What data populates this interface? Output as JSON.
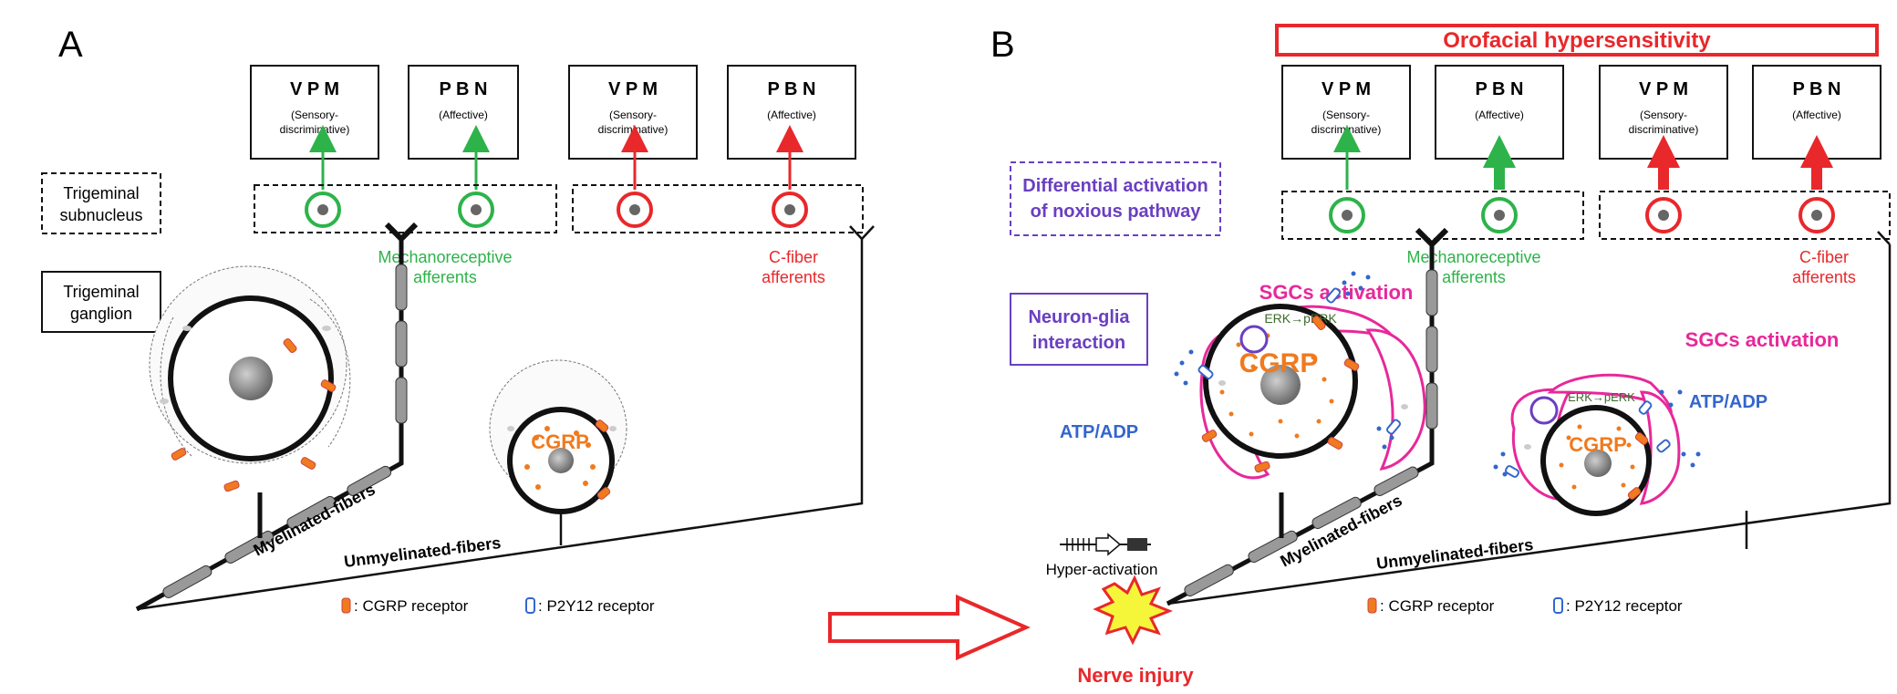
{
  "panelA": {
    "letter": "A",
    "boxes": [
      {
        "title": "V P M",
        "sub1": "(Sensory-",
        "sub2": "discriminative)"
      },
      {
        "title": "P B N",
        "sub1": "(Affective)",
        "sub2": ""
      },
      {
        "title": "V P M",
        "sub1": "(Sensory-",
        "sub2": "discriminative)"
      },
      {
        "title": "P B N",
        "sub1": "(Affective)",
        "sub2": ""
      }
    ],
    "subnucleus_label": [
      "Trigeminal",
      "subnucleus"
    ],
    "ganglion_label": [
      "Trigeminal",
      "ganglion"
    ],
    "mechano_label": [
      "Mechanoreceptive",
      "afferents"
    ],
    "cfiber_label": [
      "C-fiber",
      "afferents"
    ],
    "cgrp": "CGRP",
    "myelinated": "Myelinated-fibers",
    "unmyelinated": "Unmyelinated-fibers",
    "legend_cgrp": ": CGRP receptor",
    "legend_p2y": ": P2Y12 receptor"
  },
  "panelB": {
    "letter": "B",
    "banner": "Orofacial hypersensitivity",
    "boxes": [
      {
        "title": "V P M",
        "sub1": "(Sensory-",
        "sub2": "discriminative)"
      },
      {
        "title": "P B N",
        "sub1": "(Affective)",
        "sub2": ""
      },
      {
        "title": "V P M",
        "sub1": "(Sensory-",
        "sub2": "discriminative)"
      },
      {
        "title": "P B N",
        "sub1": "(Affective)",
        "sub2": ""
      }
    ],
    "differential": [
      "Differential activation",
      "of noxious pathway"
    ],
    "neuron_glia": [
      "Neuron-glia",
      "interaction"
    ],
    "sgc1": "SGCs activation",
    "sgc2": "SGCs activation",
    "erk1": "ERK→pERK",
    "erk2": "ERK→pERK",
    "cgrp1": "CGRP",
    "cgrp2": "CGRP",
    "atp1": "ATP/ADP",
    "atp2": "ATP/ADP",
    "mechano_label": [
      "Mechanoreceptive",
      "afferents"
    ],
    "cfiber_label": [
      "C-fiber",
      "afferents"
    ],
    "myelinated": "Myelinated-fibers",
    "unmyelinated": "Unmyelinated-fibers",
    "hyper": "Hyper-activation",
    "injury": "Nerve injury",
    "legend_cgrp": ": CGRP receptor",
    "legend_p2y": ": P2Y12 receptor"
  },
  "colors": {
    "green": "#2db34a",
    "red": "#e8282b",
    "orange": "#f07a1e",
    "magenta": "#e8289a",
    "purple": "#6a3fc1",
    "blue": "#3366cc",
    "gray_fiber": "#999999"
  }
}
